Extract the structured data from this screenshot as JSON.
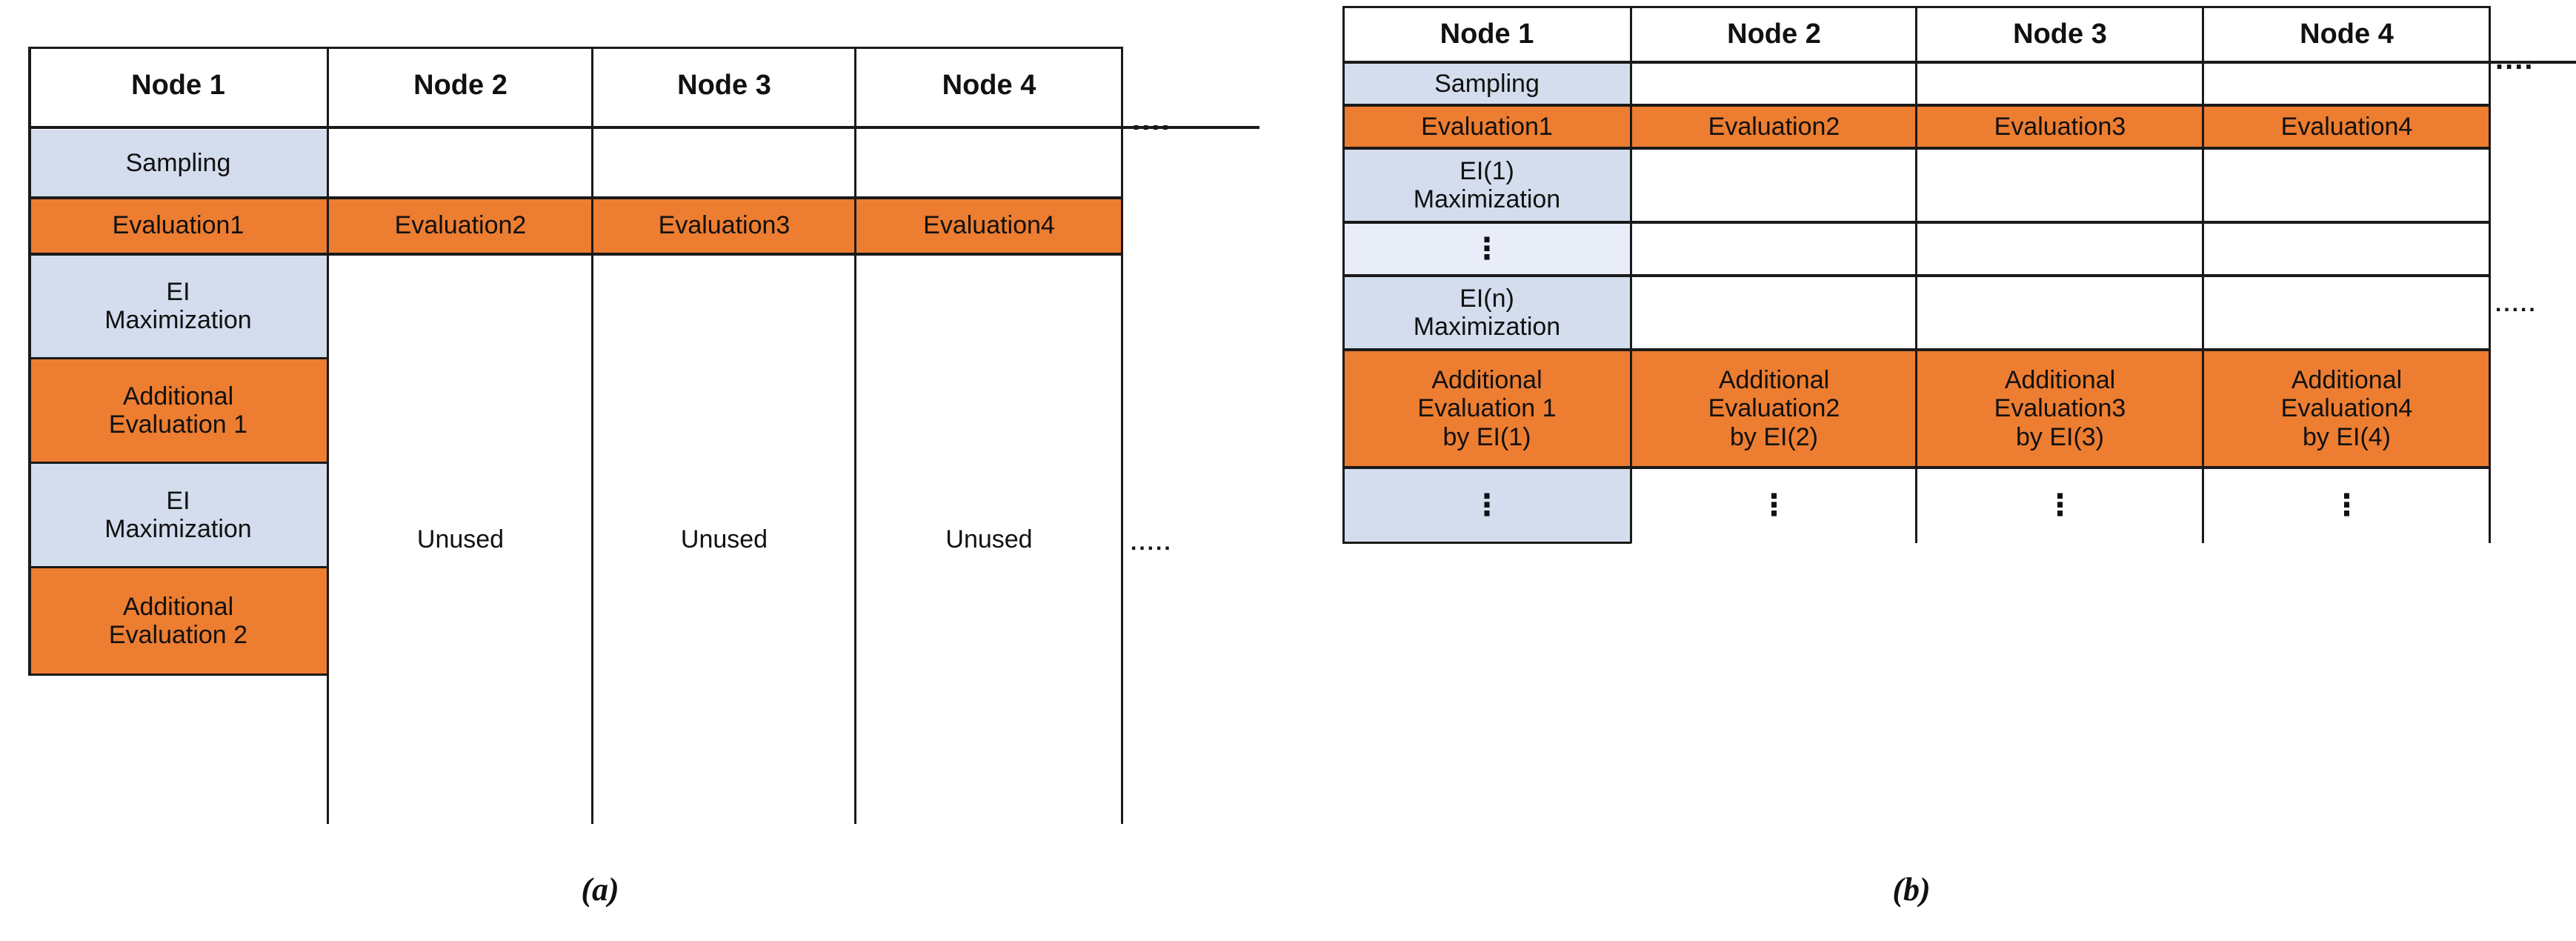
{
  "figure": {
    "panels": [
      {
        "id": "a",
        "caption": "(a)",
        "columns": [
          "Node 1",
          "Node 2",
          "Node 3",
          "Node 4",
          "...."
        ],
        "rows": [
          {
            "label": "Sampling",
            "style": "blue",
            "cells": [
              "Sampling",
              "",
              "",
              "",
              ""
            ]
          },
          {
            "label": "Evaluation",
            "style": "orange",
            "cells": [
              "Evaluation1",
              "Evaluation2",
              "Evaluation3",
              "Evaluation4",
              ""
            ]
          },
          {
            "label": "EI Maximization 1",
            "style": "blue",
            "cells": [
              "EI\nMaximization",
              "",
              "",
              "",
              ""
            ]
          },
          {
            "label": "Additional Evaluation 1",
            "style": "orange",
            "cells": [
              "Additional\nEvaluation 1",
              "",
              "",
              "",
              ""
            ]
          },
          {
            "label": "EI Maximization 2",
            "style": "blue",
            "cells": [
              "EI\nMaximization",
              "",
              "",
              "",
              ""
            ]
          },
          {
            "label": "Additional Evaluation 2",
            "style": "orange",
            "cells": [
              "Additional\nEvaluation 2",
              "",
              "",
              "",
              ""
            ]
          }
        ],
        "unused_label": "Unused",
        "header_dots": "....",
        "trailing_dots": "....."
      },
      {
        "id": "b",
        "caption": "(b)",
        "columns": [
          "Node 1",
          "Node 2",
          "Node 3",
          "Node 4",
          "...."
        ],
        "rows": [
          {
            "label": "Sampling",
            "style": "blue",
            "cells": [
              "Sampling",
              "",
              "",
              "",
              ""
            ]
          },
          {
            "label": "Evaluation",
            "style": "orange",
            "cells": [
              "Evaluation1",
              "Evaluation2",
              "Evaluation3",
              "Evaluation4",
              ""
            ]
          },
          {
            "label": "EI(1) Maximization",
            "style": "blue",
            "cells": [
              "EI(1)\nMaximization",
              "",
              "",
              "",
              ""
            ]
          },
          {
            "label": "Vertical ellipsis",
            "style": "blue-light",
            "cells": [
              "⋮",
              "",
              "",
              "",
              ""
            ]
          },
          {
            "label": "EI(n) Maximization",
            "style": "blue",
            "cells": [
              "EI(n)\nMaximization",
              "",
              "",
              "",
              ""
            ]
          },
          {
            "label": "Additional Evaluations",
            "style": "orange",
            "cells": [
              "Additional\nEvaluation 1\nby EI(1)",
              "Additional\nEvaluation2\nby EI(2)",
              "Additional\nEvaluation3\nby EI(3)",
              "Additional\nEvaluation4\nby EI(4)",
              ""
            ]
          },
          {
            "label": "Vertical ellipsis row",
            "style": "blue",
            "cells": [
              "⋮",
              "⋮",
              "⋮",
              "⋮",
              ""
            ]
          }
        ],
        "header_dots": "....",
        "trailing_dots": "....."
      }
    ],
    "colors": {
      "blue": "#d3dded",
      "blue_light": "#e8edf7",
      "orange": "#ed7d31",
      "line": "#1a1a1a",
      "background": "#ffffff"
    }
  }
}
